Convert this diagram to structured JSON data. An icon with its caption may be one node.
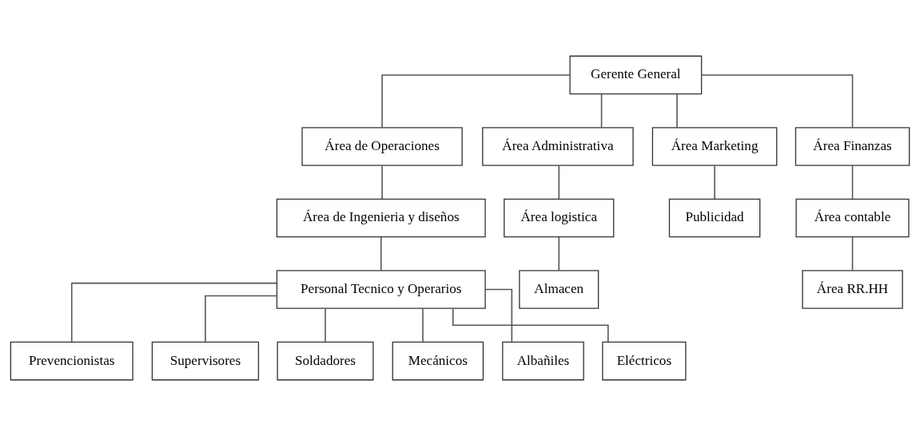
{
  "diagram": {
    "nodes": [
      {
        "text": [
          "Gerente General"
        ]
      },
      {
        "text": [
          "Área de Operaciones"
        ]
      },
      {
        "text": [
          "Área Administrativa"
        ]
      },
      {
        "text": [
          "Área Marketing"
        ]
      },
      {
        "text": [
          "Área Finanzas"
        ]
      },
      {
        "text": [
          "Área de Ingenieria y diseños"
        ]
      },
      {
        "text": [
          "Área logistica"
        ]
      },
      {
        "text": [
          "Publicidad"
        ]
      },
      {
        "text": [
          "Área contable"
        ]
      },
      {
        "text": [
          "Personal Tecnico y Operarios"
        ]
      },
      {
        "text": [
          "Almacen"
        ]
      },
      {
        "text": [
          "Área RR.HH"
        ]
      },
      {
        "text": [
          "Prevencionistas"
        ]
      },
      {
        "text": [
          "Supervisores"
        ]
      },
      {
        "text": [
          "Soldadores"
        ]
      },
      {
        "text": [
          "Mecánicos"
        ]
      },
      {
        "text": [
          "Albañiles"
        ]
      },
      {
        "text": [
          "Eléctricos"
        ]
      }
    ],
    "edges": [
      {
        "from": 0,
        "to": 1,
        "arrow": "none"
      },
      {
        "from": 0,
        "to": 2,
        "arrow": "none"
      },
      {
        "from": 0,
        "to": 3,
        "arrow": "none"
      },
      {
        "from": 0,
        "to": 4,
        "arrow": "none"
      },
      {
        "from": 1,
        "to": 5,
        "arrow": "none"
      },
      {
        "from": 2,
        "to": 6,
        "arrow": "none"
      },
      {
        "from": 3,
        "to": 7,
        "arrow": "none"
      },
      {
        "from": 4,
        "to": 8,
        "arrow": "none"
      },
      {
        "from": 5,
        "to": 9,
        "arrow": "none"
      },
      {
        "from": 6,
        "to": 10,
        "arrow": "none"
      },
      {
        "from": 8,
        "to": 11,
        "arrow": "none"
      },
      {
        "from": 9,
        "to": 12,
        "arrow": "none"
      },
      {
        "from": 9,
        "to": 13,
        "arrow": "none"
      },
      {
        "from": 9,
        "to": 14,
        "arrow": "none"
      },
      {
        "from": 9,
        "to": 15,
        "arrow": "none"
      },
      {
        "from": 9,
        "to": 16,
        "arrow": "none"
      },
      {
        "from": 9,
        "to": 17,
        "arrow": "none"
      }
    ]
  }
}
